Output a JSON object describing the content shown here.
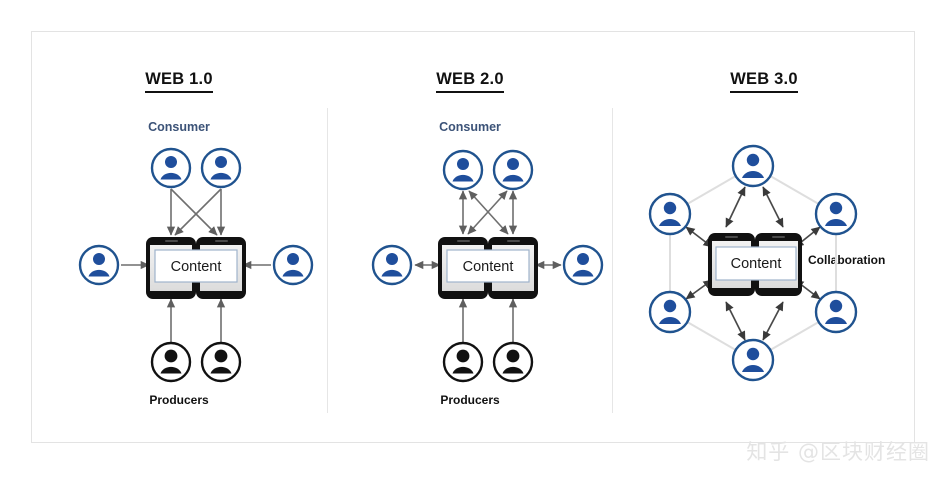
{
  "diagram": {
    "title_bar": null,
    "panels": [
      {
        "id": "web1",
        "title": "WEB 1.0",
        "consumer_label": "Consumer",
        "producers_label": "Producers",
        "center_label": "Content",
        "side_label": "",
        "consumer_nodes": 2,
        "producer_nodes": 2,
        "side_nodes": 2,
        "consumer_arrow_mode": "one-way-down",
        "side_arrow_mode": "one-way-in",
        "producer_arrow_mode": "one-way-up"
      },
      {
        "id": "web2",
        "title": "WEB 2.0",
        "consumer_label": "Consumer",
        "producers_label": "Producers",
        "center_label": "Content",
        "side_label": "",
        "consumer_nodes": 2,
        "producer_nodes": 2,
        "side_nodes": 2,
        "consumer_arrow_mode": "two-way",
        "side_arrow_mode": "two-way",
        "producer_arrow_mode": "one-way-up"
      },
      {
        "id": "web3",
        "title": "WEB 3.0",
        "consumer_label": "",
        "producers_label": "",
        "center_label": "Content",
        "side_label": "Collaboration",
        "mesh_nodes": 6,
        "arrow_mode": "two-way-mesh"
      }
    ],
    "colors": {
      "node_blue": "#1f4e9c",
      "node_blue_ring": "#20538f",
      "node_black": "#111111",
      "label_blue": "#3c5378",
      "arrow_gray": "#7d7d7d",
      "arrow_dark": "#3a3a3a",
      "mesh_edge": "#dcdcdc",
      "frame_border": "#e3e3e3",
      "divider": "#e6e6e6",
      "phone_body": "#111111",
      "phone_screen": "#e8e8e8",
      "content_box_border": "#9fb3cc",
      "watermark": "#e4e4e4"
    },
    "watermark": "知乎 @区块财经圈"
  }
}
